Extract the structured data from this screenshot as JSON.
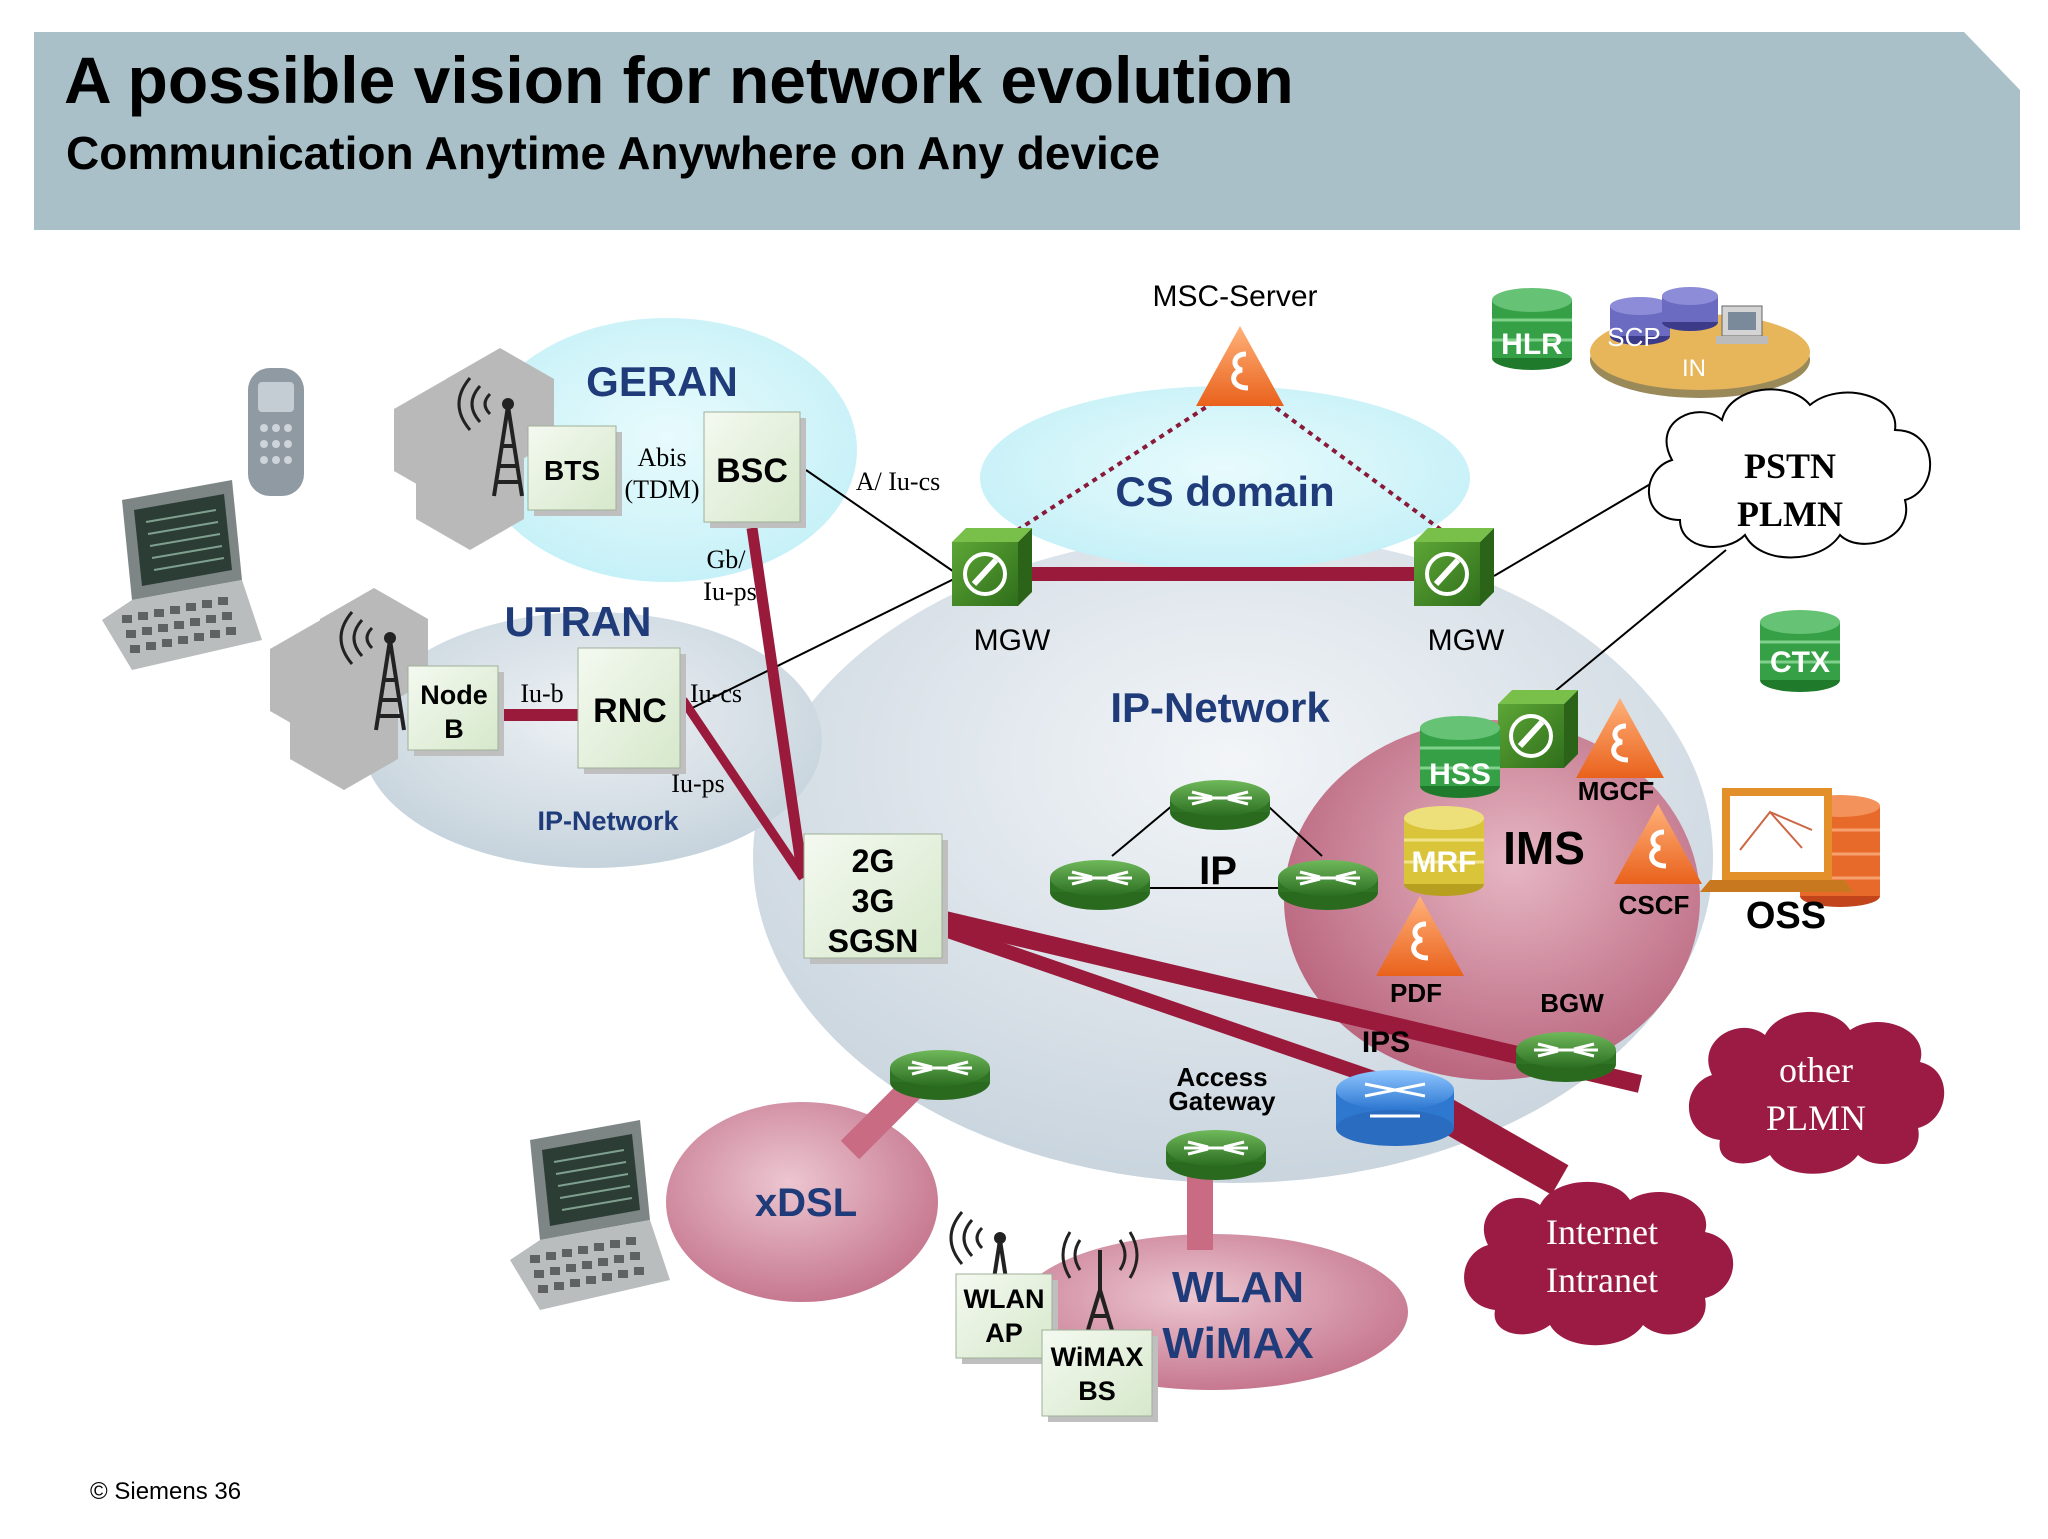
{
  "header": {
    "title": "A possible vision for network evolution",
    "subtitle": "Communication Anytime Anywhere on Any device"
  },
  "footer": {
    "copyright": "© Siemens 36"
  },
  "regions": {
    "geran": "GERAN",
    "utran": "UTRAN",
    "utran_ipnet": "IP-Network",
    "cs_domain": "CS domain",
    "ip_network": "IP-Network",
    "ims": "IMS",
    "xdsl": "xDSL",
    "wlan_wimax_1": "WLAN",
    "wlan_wimax_2": "WiMAX"
  },
  "nodes": {
    "bts": "BTS",
    "bsc": "BSC",
    "node_b_1": "Node",
    "node_b_2": "B",
    "rnc": "RNC",
    "sgsn_1": "2G",
    "sgsn_2": "3G",
    "sgsn_3": "SGSN",
    "wlan_ap_1": "WLAN",
    "wlan_ap_2": "AP",
    "wimax_bs_1": "WiMAX",
    "wimax_bs_2": "BS",
    "msc_server": "MSC-Server",
    "mgw_left": "MGW",
    "mgw_right": "MGW",
    "hlr": "HLR",
    "scp": "SCP",
    "in": "IN",
    "ctx": "CTX",
    "hss": "HSS",
    "mgcf": "MGCF",
    "mrf": "MRF",
    "cscf": "CSCF",
    "pdf": "PDF",
    "bgw": "BGW",
    "ips": "IPS",
    "access_gateway_1": "Access",
    "access_gateway_2": "Gateway",
    "ip": "IP",
    "oss": "OSS"
  },
  "interfaces": {
    "abis_1": "Abis",
    "abis_2": "(TDM)",
    "a_iucs": "A/ Iu-cs",
    "gb_1": "Gb/",
    "gb_2": "Iu-ps",
    "iub": "Iu-b",
    "iucs": "Iu-cs",
    "iups": "Iu-ps"
  },
  "clouds": {
    "pstn_1": "PSTN",
    "pstn_2": "PLMN",
    "other_1": "other",
    "other_2": "PLMN",
    "internet_1": "Internet",
    "internet_2": "Intranet"
  },
  "colors": {
    "header_bg": "#a9c0c8",
    "region_blue": "#1f3b7a",
    "link_red": "#9a1a3c",
    "ims_red": "#c27b8e",
    "cloud_red": "#9b1b45",
    "node_green": "#e6f1df",
    "router_green": "#3d8a2e"
  }
}
